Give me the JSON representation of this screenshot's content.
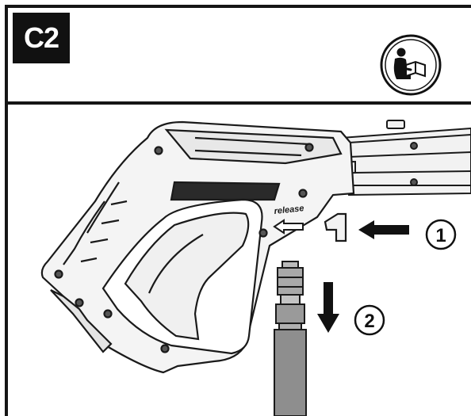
{
  "header": {
    "step_label": "C2",
    "icon": "read-manual-icon"
  },
  "illustration": {
    "release_label": "release",
    "callouts": [
      {
        "number": "1",
        "action": "push"
      },
      {
        "number": "2",
        "action": "pull"
      }
    ]
  }
}
